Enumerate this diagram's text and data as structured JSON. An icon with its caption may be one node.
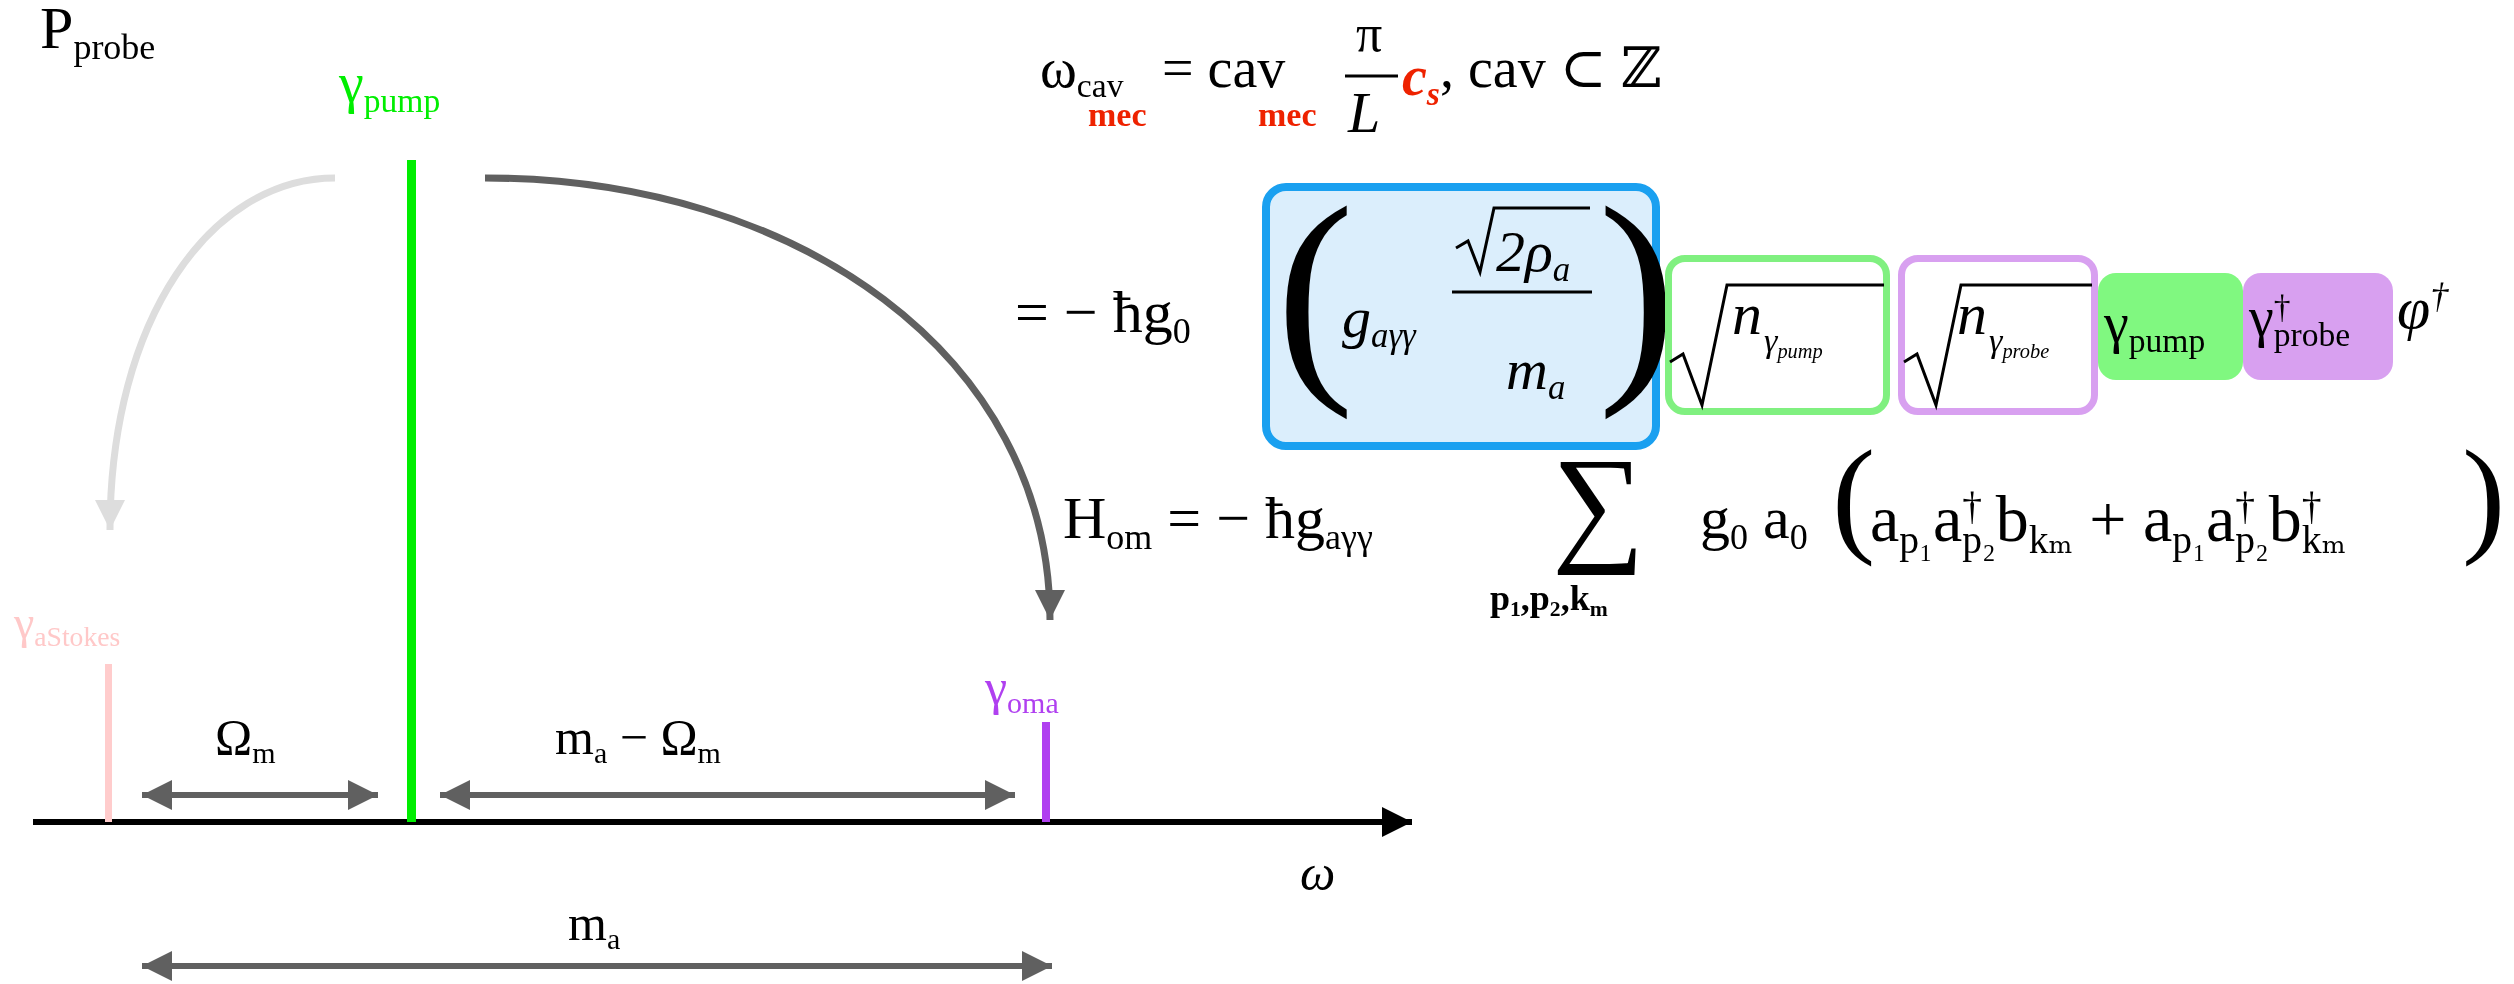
{
  "diagram": {
    "nodes": [
      {
        "text": [
          "γ$_{pump}$"
        ]
      },
      {
        "text": [
          "(",
          "g$_{aγγ}$",
          "2ρ$_{a}$",
          "m$_{a}$",
          ")"
        ]
      },
      {
        "text": [
          "n",
          "γ$_{pump}$"
        ]
      },
      {
        "text": [
          "n",
          "γ$_{probe}$"
        ]
      },
      {
        "text": [
          "γ$_{pump}$"
        ]
      },
      {
        "text": [
          "γ$^{†}$$_{probe}$"
        ]
      },
      {
        "text": [
          "γ$_{aStokes}$"
        ]
      },
      {
        "text": [
          "γ$_{oma}$"
        ]
      }
    ],
    "edges": [
      {
        "from": 0,
        "to": 6,
        "arrow": "to",
        "color": "#dddddd"
      },
      {
        "from": 0,
        "to": 7,
        "arrow": "to",
        "color": "#606060"
      }
    ],
    "labels": [
      "P$_{probe}$",
      "ω$_{cav}$",
      "mec",
      "= cav",
      "mec",
      "π",
      "L",
      "c$_{s}$",
      ", cav ⊂ ℤ",
      "= − ħg$_{0}$",
      "φ$^{†}$",
      "H$_{om}$ = − ħg$_{aγγ}$",
      "∑",
      "p$_{1}$,p$_{2}$,k$_{m}$",
      "g$_{0}$ a$_{0}$",
      "(",
      "a$_{p₁}$a$^{†}$$_{p₂}$b$_{kₘ}$ + a$_{p₁}$a$^{†}$$_{p₂}$b$^{†}$$_{kₘ}$",
      ")",
      "Ω$_{m}$",
      "m$_{a}$ − Ω$_{m}$",
      "ω",
      "m$_{a}$"
    ]
  }
}
